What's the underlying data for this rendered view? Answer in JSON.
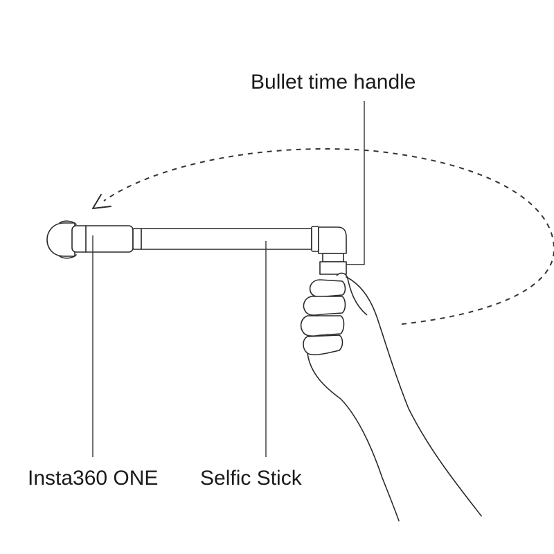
{
  "labels": {
    "bullet_time_handle": "Bullet time handle",
    "insta360_one": "Insta360 ONE",
    "selfie_stick": "Selfic Stick"
  }
}
